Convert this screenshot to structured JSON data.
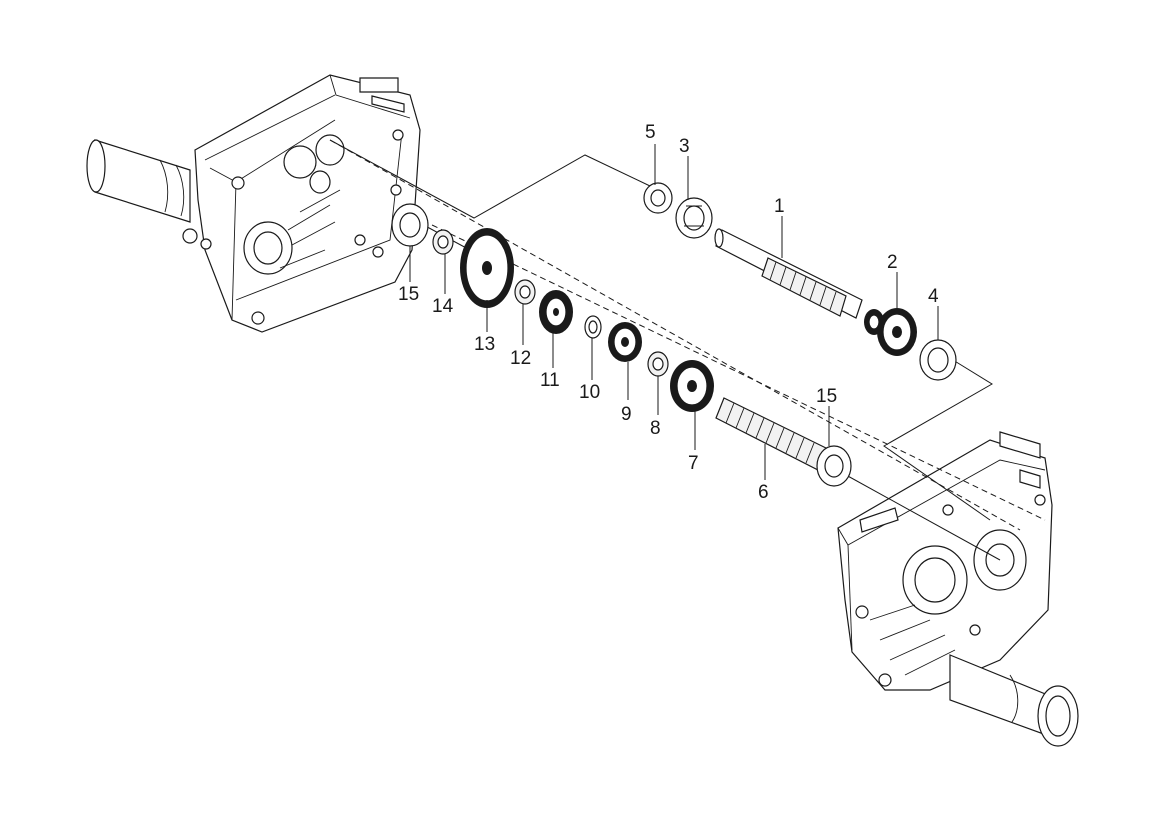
{
  "labels": {
    "p1": "1",
    "p2": "2",
    "p3": "3",
    "p4": "4",
    "p5": "5",
    "p6": "6",
    "p7": "7",
    "p8": "8",
    "p9": "9",
    "p10": "10",
    "p11": "11",
    "p12": "12",
    "p13": "13",
    "p14": "14",
    "p15a": "15",
    "p15b": "15"
  }
}
